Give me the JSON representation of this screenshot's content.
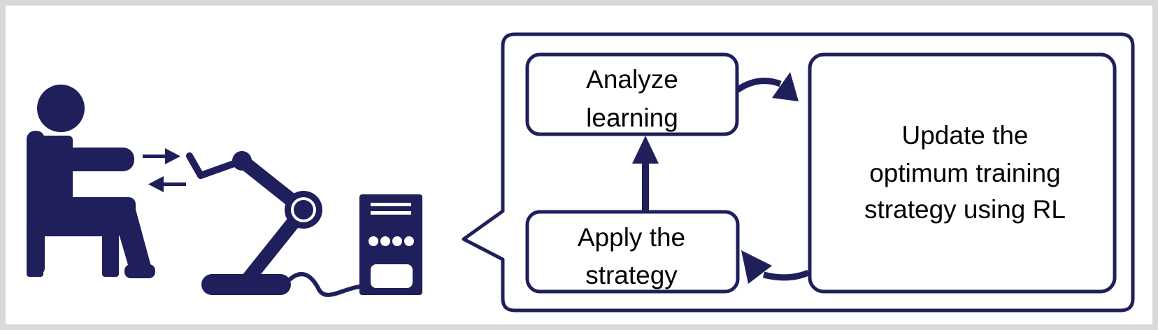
{
  "colors": {
    "primary": "#1f1f5c",
    "border": "#d9d9d9",
    "background": "#ffffff"
  },
  "icons": [
    "seated-person-icon",
    "robot-arm-icon",
    "computer-tower-icon",
    "bidirectional-arrows-icon"
  ],
  "boxes": {
    "analyze": {
      "line1": "Analyze",
      "line2": "learning"
    },
    "apply": {
      "line1": "Apply the",
      "line2": "strategy"
    },
    "update": {
      "line1": "Update the",
      "line2": "optimum training",
      "line3": "strategy using RL"
    }
  }
}
